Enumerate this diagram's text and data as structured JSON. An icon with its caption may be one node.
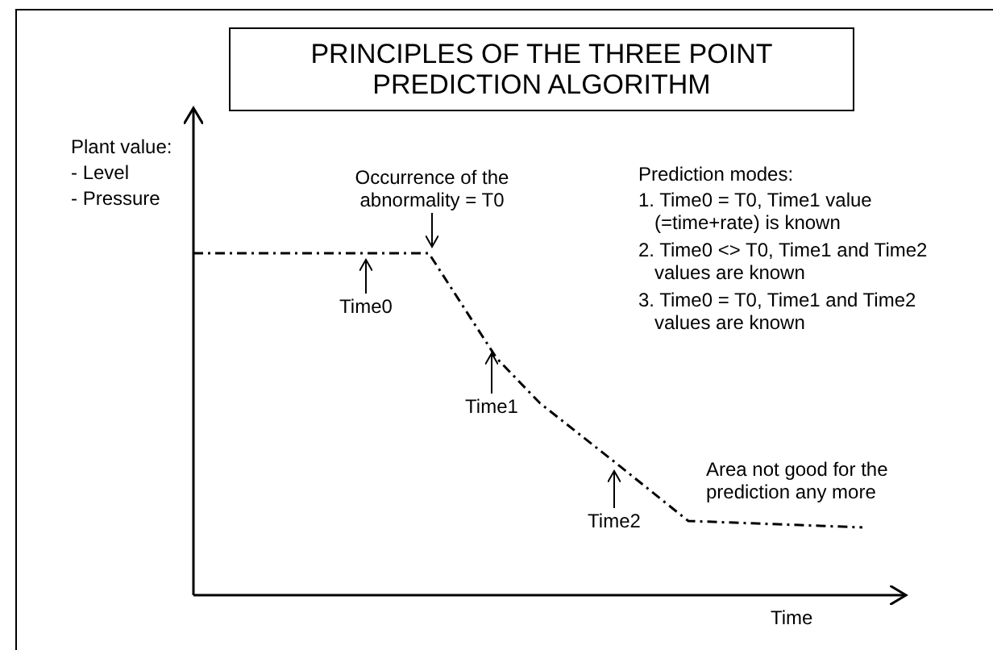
{
  "diagram": {
    "title": "PRINCIPLES OF THE THREE POINT PREDICTION ALGORITHM",
    "nodes": [
      {
        "text": [
          "Occurrence of the abnormality = T0"
        ]
      },
      {
        "text": [
          "Time0"
        ]
      },
      {
        "text": [
          "Time1"
        ]
      },
      {
        "text": [
          "Time2"
        ]
      }
    ],
    "edges": [
      {
        "from": 0,
        "to": null,
        "arrow": "to"
      },
      {
        "from": 1,
        "to": null,
        "arrow": "to"
      },
      {
        "from": 2,
        "to": null,
        "arrow": "to"
      },
      {
        "from": 3,
        "to": null,
        "arrow": "to"
      }
    ],
    "labels": [
      "Plant value:",
      "- Level",
      "- Pressure",
      "Prediction modes:",
      "1. Time0 = T0, Time1 value (=time+rate) is known",
      "2. Time0 <> T0, Time1 and Time2 values are known",
      "3. Time0 = T0, Time1 and Time2 values are known",
      "Area not good for the prediction any more",
      "Time"
    ]
  }
}
